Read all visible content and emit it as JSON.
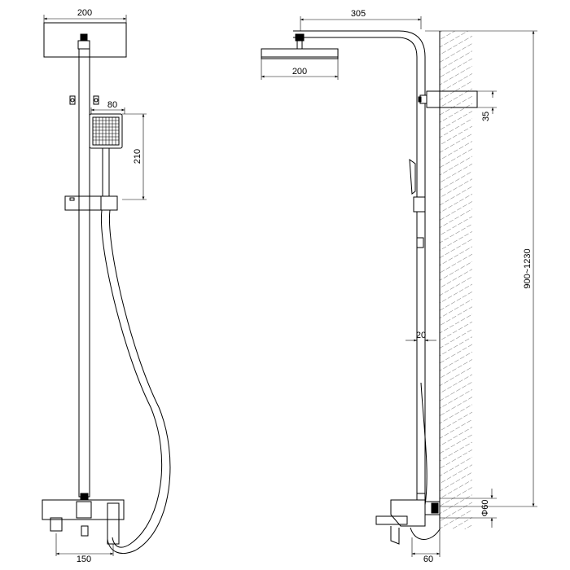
{
  "front_view": {
    "dims": {
      "head_width": "200",
      "hand_width": "80",
      "hand_height": "210",
      "spout_offset": "150"
    }
  },
  "side_view": {
    "dims": {
      "reach": "305",
      "head_width": "200",
      "bracket": "35",
      "height_range": "900~1230",
      "pipe_diameter": "20",
      "inlet_diameter": "Φ60",
      "wall_offset": "60"
    }
  }
}
